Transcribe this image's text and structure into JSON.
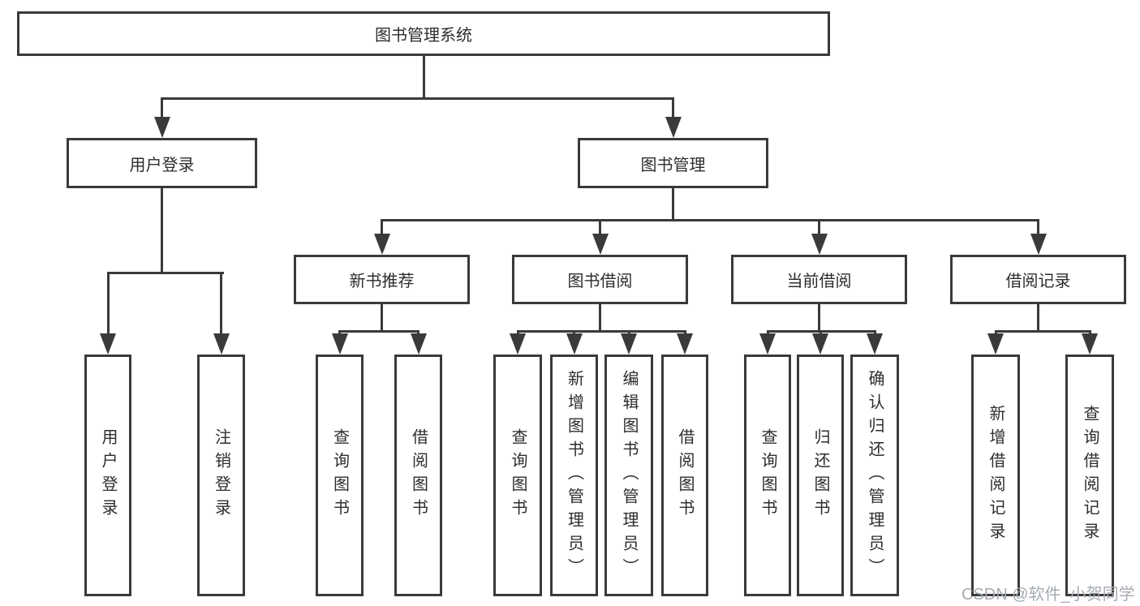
{
  "diagram": {
    "root": {
      "label": "图书管理系统"
    },
    "level2": [
      {
        "label": "用户登录"
      },
      {
        "label": "图书管理"
      }
    ],
    "level3": [
      {
        "label": "新书推荐",
        "parent": "图书管理"
      },
      {
        "label": "图书借阅",
        "parent": "图书管理"
      },
      {
        "label": "当前借阅",
        "parent": "图书管理"
      },
      {
        "label": "借阅记录",
        "parent": "图书管理"
      }
    ],
    "leaves": [
      {
        "label": "用户登录",
        "parent": "用户登录"
      },
      {
        "label": "注销登录",
        "parent": "用户登录"
      },
      {
        "label": "查询图书",
        "parent": "新书推荐"
      },
      {
        "label": "借阅图书",
        "parent": "新书推荐"
      },
      {
        "label": "查询图书",
        "parent": "图书借阅"
      },
      {
        "label": "新增图书（管理员）",
        "parent": "图书借阅"
      },
      {
        "label": "编辑图书（管理员）",
        "parent": "图书借阅"
      },
      {
        "label": "借阅图书",
        "parent": "图书借阅"
      },
      {
        "label": "查询图书",
        "parent": "当前借阅"
      },
      {
        "label": "归还图书",
        "parent": "当前借阅"
      },
      {
        "label": "确认归还（管理员）",
        "parent": "当前借阅"
      },
      {
        "label": "新增借阅记录",
        "parent": "借阅记录"
      },
      {
        "label": "查询借阅记录",
        "parent": "借阅记录"
      }
    ]
  },
  "watermark": {
    "text": "CSDN @软件_小贺同学"
  },
  "colors": {
    "line": "#3a3a3a",
    "text": "#2d2d2d",
    "background": "#ffffff",
    "watermark": "#a6abb2"
  }
}
